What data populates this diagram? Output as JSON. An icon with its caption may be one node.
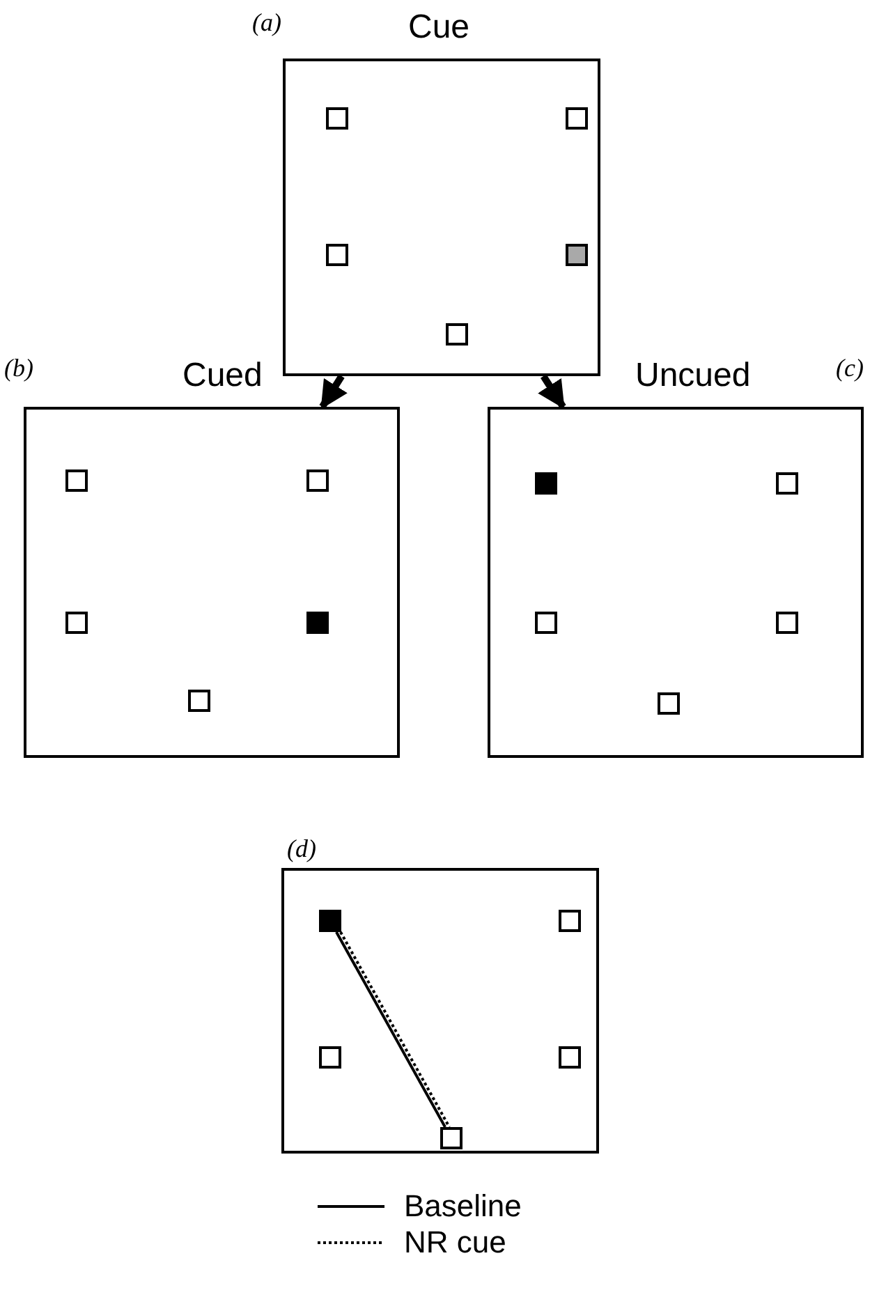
{
  "diagram": {
    "nodes": [
      {
        "text": [
          "Cue"
        ],
        "beside": [
          "(a)"
        ]
      },
      {
        "text": [],
        "shape": "box",
        "in": 0
      },
      {
        "text": [],
        "shape": "box",
        "in": 0
      },
      {
        "text": [],
        "shape": "box",
        "in": 0
      },
      {
        "text": [],
        "shape": "box",
        "in": 0
      },
      {
        "text": [],
        "shape": "box",
        "in": 0
      },
      {
        "text": [
          "Cued"
        ],
        "beside": [
          "(b)"
        ]
      },
      {
        "text": [],
        "shape": "box",
        "in": 6
      },
      {
        "text": [],
        "shape": "box",
        "in": 6
      },
      {
        "text": [],
        "shape": "box",
        "in": 6
      },
      {
        "text": [],
        "shape": "box",
        "in": 6
      },
      {
        "text": [],
        "shape": "box",
        "in": 6
      },
      {
        "text": [
          "Uncued"
        ],
        "beside": [
          "(c)"
        ]
      },
      {
        "text": [],
        "shape": "box",
        "in": 12
      },
      {
        "text": [],
        "shape": "box",
        "in": 12
      },
      {
        "text": [],
        "shape": "box",
        "in": 12
      },
      {
        "text": [],
        "shape": "box",
        "in": 12
      },
      {
        "text": [],
        "shape": "box",
        "in": 12
      },
      {
        "text": [],
        "shape": "box",
        "beside": [
          "(d)"
        ]
      },
      {
        "text": [],
        "shape": "box",
        "in": 18
      },
      {
        "text": [],
        "shape": "box",
        "in": 18
      },
      {
        "text": [],
        "shape": "box",
        "in": 18
      },
      {
        "text": [],
        "shape": "box",
        "in": 18
      },
      {
        "text": [],
        "shape": "box",
        "in": 18
      }
    ],
    "edges": [
      {
        "from": 0,
        "to": 6,
        "arrow": "to",
        "style": "thick"
      },
      {
        "from": 0,
        "to": 12,
        "arrow": "to",
        "style": "thick"
      },
      {
        "from": 19,
        "to": 23,
        "arrow": "none"
      },
      {
        "from": 19,
        "to": 23,
        "arrow": "none",
        "style": "dashed"
      }
    ],
    "legend": [
      {
        "text": "Baseline"
      },
      {
        "text": "NR cue"
      }
    ]
  }
}
